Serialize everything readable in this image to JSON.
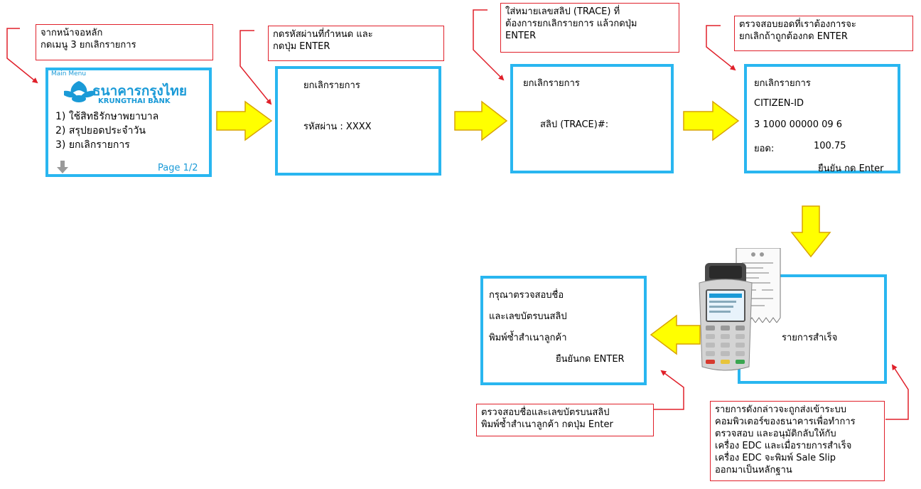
{
  "colors": {
    "screen_border": "#29b6f0",
    "note_border": "#e0202a",
    "arrow_fill": "#ffff00",
    "arrow_stroke": "#d9a400",
    "bank_blue": "#1a9ad7"
  },
  "step1": {
    "note": [
      "จากหน้าจอหลัก",
      "กดเมนู 3 ยกเลิกรายการ"
    ],
    "screen": {
      "header": "Main Menu",
      "bank_name": "ธนาคารกรุงไทย",
      "bank_name_en": "KRUNGTHAI BANK",
      "items": [
        "1) ใช้สิทธิรักษาพยาบาล",
        "2) สรุปยอดประจำวัน",
        "3) ยกเลิกรายการ"
      ],
      "page": "Page 1/2",
      "icons": [
        "krungthai-logo-icon",
        "arrow-down-icon"
      ]
    }
  },
  "step2": {
    "note": [
      "กดรหัสผ่านที่กำหนด และ",
      "กดปุ่ม  ENTER"
    ],
    "screen": {
      "title": "ยกเลิกรายการ",
      "password": "รหัสผ่าน : XXXX"
    }
  },
  "step3": {
    "note": [
      "ใส่หมายเลขสลิป (TRACE) ที่",
      "ต้องการยกเลิกรายการ แล้วกดปุ่ม",
      "ENTER"
    ],
    "screen": {
      "title": "ยกเลิกรายการ",
      "trace": "สลิป (TRACE)#:"
    }
  },
  "step4": {
    "note": [
      "ตรวจสอบยอดที่เราต้องการจะ",
      "ยกเลิกถ้าถูกต้องกด  ENTER"
    ],
    "screen": {
      "title": "ยกเลิกรายการ",
      "id_label": "CITIZEN-ID",
      "id_value": "3 1000 00000 09 6",
      "amount_label": "ยอด:",
      "amount_value": "100.75",
      "confirm": "ยืนยัน กด Enter"
    }
  },
  "step5": {
    "screen": {
      "status": "รายการสำเร็จ"
    },
    "note": [
      "รายการดังกล่าวจะถูกส่งเข้าระบบ",
      "คอมพิวเตอร์ของธนาคารเพื่อทำการ",
      "ตรวจสอบ และอนุมัติกลับให้กับ",
      "เครื่อง EDC และเมื่อรายการสำเร็จ",
      "เครื่อง EDC จะพิมพ์ Sale Slip",
      "ออกมาเป็นหลักฐาน"
    ],
    "icons": [
      "edc-terminal-icon",
      "sale-slip-icon"
    ]
  },
  "step6": {
    "screen": {
      "lines": [
        "กรุณาตรวจสอบชื่อ",
        "และเลขบัตรบนสลิป",
        "พิมพ์ซ้ำสำเนาลูกค้า"
      ],
      "confirm": "ยืนยันกด ENTER"
    },
    "note": [
      "ตรวจสอบชื่อและเลขบัตรบนสลิป",
      "พิมพ์ซ้ำสำเนาลูกค้า กดปุ่ม Enter"
    ]
  }
}
